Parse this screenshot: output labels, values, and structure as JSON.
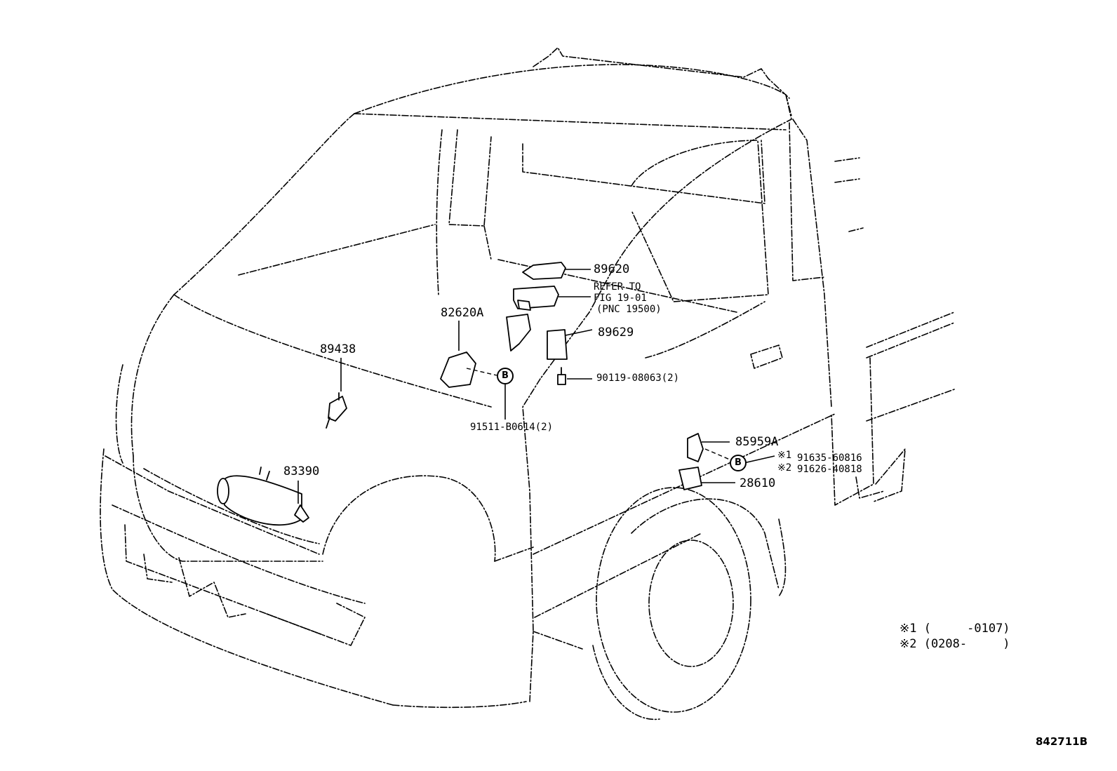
{
  "labels": {
    "p89620": "89620",
    "refer_line1": "REFER TO",
    "refer_line2": "FIG 19-01",
    "refer_line3": "(PNC 19500)",
    "p82620A": "82620A",
    "p89629": "89629",
    "p89438": "89438",
    "p90119": "90119-08063(2)",
    "p91511": "91511-B0614(2)",
    "p85959A": "85959A",
    "p91635": "91635-60816",
    "p91626": "91626-40818",
    "p28610": "28610",
    "p83390": "83390",
    "mark1": "※1",
    "mark2": "※2"
  },
  "markers": {
    "b_left": "B",
    "b_right": "B"
  },
  "legend": {
    "row1": "※1 (     -0107)",
    "row2": "※2 (0208-     )"
  },
  "diagram_code": "842711B",
  "icons": [
    "truck-outline",
    "parts-callouts"
  ]
}
